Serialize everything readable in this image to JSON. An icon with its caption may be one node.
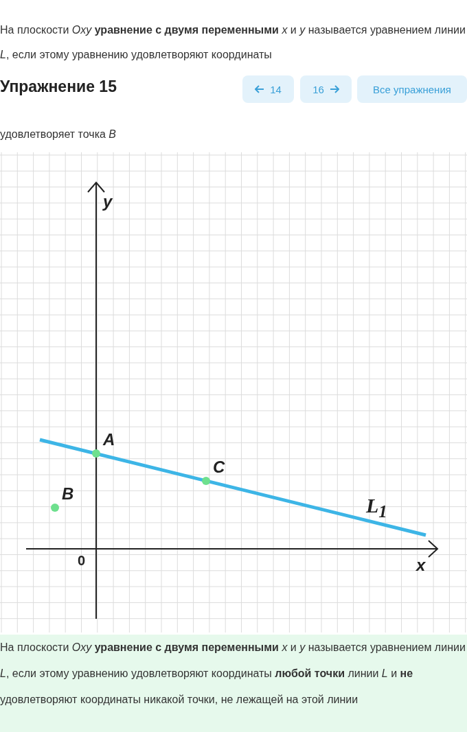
{
  "diagram": {
    "title": "Упражнение 15",
    "labels": [
      "На плоскости *Oxy* **уравнение с двумя переменными** *x* и *y* называется уравнением линии *L*, если этому уравнению удовлетворяют координаты",
      "14",
      "16",
      "Все упражнения",
      "удовлетворяет точка *B*",
      "y",
      "A",
      "C",
      "B",
      "L$_{1}$",
      "0",
      "x",
      "На плоскости *Oxy* **уравнение с двумя переменными** *x* и *y* называется уравнением линии *L*, если этому уравнению удовлетворяют координаты **любой точки** линии *L* и **не** удовлетворяют координаты никакой точки, не лежащей на этой линии"
    ]
  }
}
